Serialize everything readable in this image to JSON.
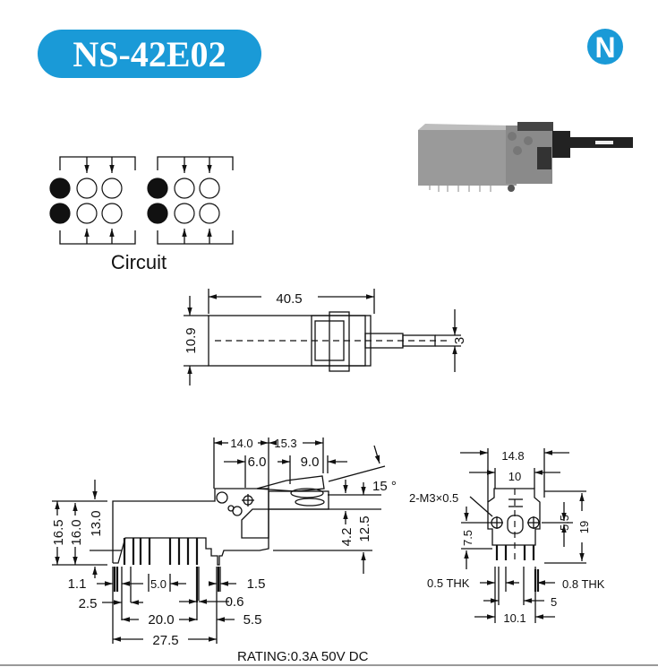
{
  "header": {
    "title": "NS-42E02",
    "brand_color": "#1a9ad7",
    "logo_letter": "N"
  },
  "circuit": {
    "label": "Circuit"
  },
  "top_view": {
    "length": "40.5",
    "height": "10.9",
    "plunger": "3"
  },
  "side_view": {
    "d_14_0": "14.0",
    "d_15_3": "15.3",
    "d_6_0": "6.0",
    "d_9_0": "9.0",
    "angle": "15 °",
    "d_16_5": "16.5",
    "d_16_0": "16.0",
    "d_13_0": "13.0",
    "d_4_2": "4.2",
    "d_12_5": "12.5",
    "d_1_1": "1.1",
    "d_5_0": "5.0",
    "d_1_5": "1.5",
    "d_2_5": "2.5",
    "d_0_6": "0.6",
    "d_20_0": "20.0",
    "d_5_5": "5.5",
    "d_27_5": "27.5"
  },
  "front_view": {
    "d_14_8": "14.8",
    "d_10": "10",
    "screw": "2-M3×0.5",
    "d_5_5": "5.5",
    "d_19": "19",
    "d_7_5": "7.5",
    "thk_left": "0.5 THK",
    "thk_right": "0.8 THK",
    "d_5": "5",
    "d_10_1": "10.1"
  },
  "rating": "RATING:0.3A 50V DC"
}
